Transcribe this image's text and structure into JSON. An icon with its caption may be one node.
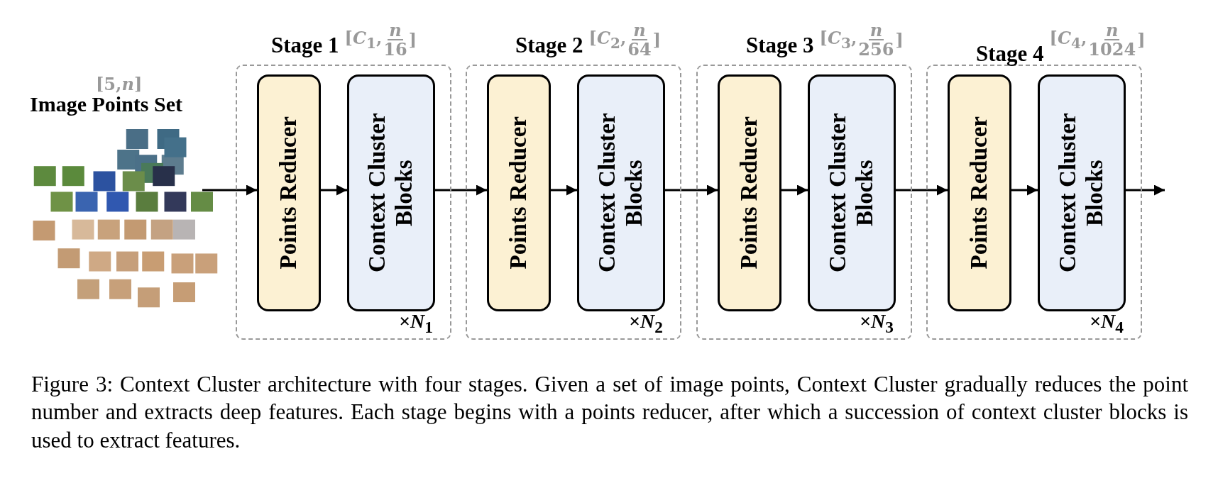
{
  "diagram": {
    "caption": "Figure 3: Context Cluster architecture with four stages. Given a set of image points, Context Cluster gradually reduces the point number and extracts deep features. Each stage begins with a points reducer, after which a succession of context cluster blocks is used to extract features.",
    "nodes": [
      {
        "text": [
          "[5,*n*]",
          "Image Points Set"
        ]
      },
      {
        "text": [
          "Stage 1",
          "[*C*$_{1}$,",
          "*n*",
          "16",
          "]",
          "×*N*$_{1}$"
        ]
      },
      {
        "text": [
          "Points Reducer"
        ],
        "in": 1
      },
      {
        "text": [
          "Context Cluster Blocks"
        ],
        "in": 1
      },
      {
        "text": [
          "Stage 2",
          "[*C*$_{2}$,",
          "*n*",
          "64",
          "]",
          "×*N*$_{2}$"
        ]
      },
      {
        "text": [
          "Points Reducer"
        ],
        "in": 4
      },
      {
        "text": [
          "Context Cluster Blocks"
        ],
        "in": 4
      },
      {
        "text": [
          "Stage 3",
          "[*C*$_{3}$,",
          "*n*",
          "256",
          "]",
          "×*N*$_{3}$"
        ]
      },
      {
        "text": [
          "Points Reducer"
        ],
        "in": 7
      },
      {
        "text": [
          "Context Cluster Blocks"
        ],
        "in": 7
      },
      {
        "text": [
          "Stage 4",
          "[*C*$_{4}$,",
          "*n*",
          "1024",
          "]",
          "×*N*$_{4}$"
        ]
      },
      {
        "text": [
          "Points Reducer"
        ],
        "in": 10
      },
      {
        "text": [
          "Context Cluster Blocks"
        ],
        "in": 10
      }
    ],
    "edges": [
      {
        "from": 0,
        "to": 2,
        "arrow": "to"
      },
      {
        "from": 2,
        "to": 3,
        "arrow": "to"
      },
      {
        "from": 3,
        "to": 5,
        "arrow": "to"
      },
      {
        "from": 5,
        "to": 6,
        "arrow": "to"
      },
      {
        "from": 6,
        "to": 8,
        "arrow": "to"
      },
      {
        "from": 8,
        "to": 9,
        "arrow": "to"
      },
      {
        "from": 9,
        "to": 11,
        "arrow": "to"
      },
      {
        "from": 11,
        "to": 12,
        "arrow": "to"
      },
      {
        "from": 12,
        "to": null,
        "arrow": "to"
      }
    ]
  }
}
